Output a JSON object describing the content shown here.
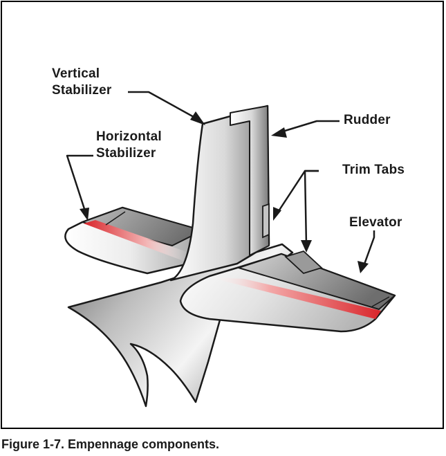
{
  "figure": {
    "caption": "Figure 1-7. Empennage components."
  },
  "labels": {
    "vertical_stabilizer": [
      "Vertical",
      "Stabilizer"
    ],
    "horizontal_stabilizer": [
      "Horizontal",
      "Stabilizer"
    ],
    "rudder": "Rudder",
    "trim_tabs": "Trim Tabs",
    "elevator": "Elevator"
  },
  "colors": {
    "outline": "#1a1a1a",
    "surface_light": "#ffffff",
    "surface_dark": "#8c8c8c",
    "leading_edge_red": "#d9262b"
  }
}
